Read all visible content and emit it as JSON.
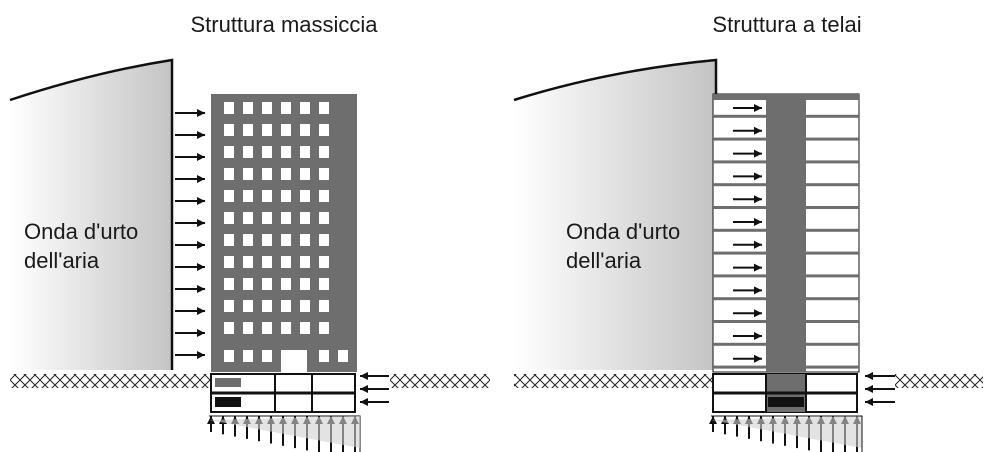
{
  "panels": [
    {
      "title": "Struttura massiccia",
      "wave_label_line1": "Onda d'urto",
      "wave_label_line2": "dell'aria",
      "building_type": "massive",
      "floors": 12,
      "pressure_arrows": 12
    },
    {
      "title": "Struttura a telai",
      "wave_label_line1": "Onda d'urto",
      "wave_label_line2": "dell'aria",
      "building_type": "frame",
      "floors": 12,
      "pressure_arrows": 12
    }
  ],
  "colors": {
    "building": "#6e6e6e",
    "outline": "#1a1a1a",
    "wave_fill_light": "#ffffff",
    "wave_fill_dark": "#c8c8c8"
  }
}
